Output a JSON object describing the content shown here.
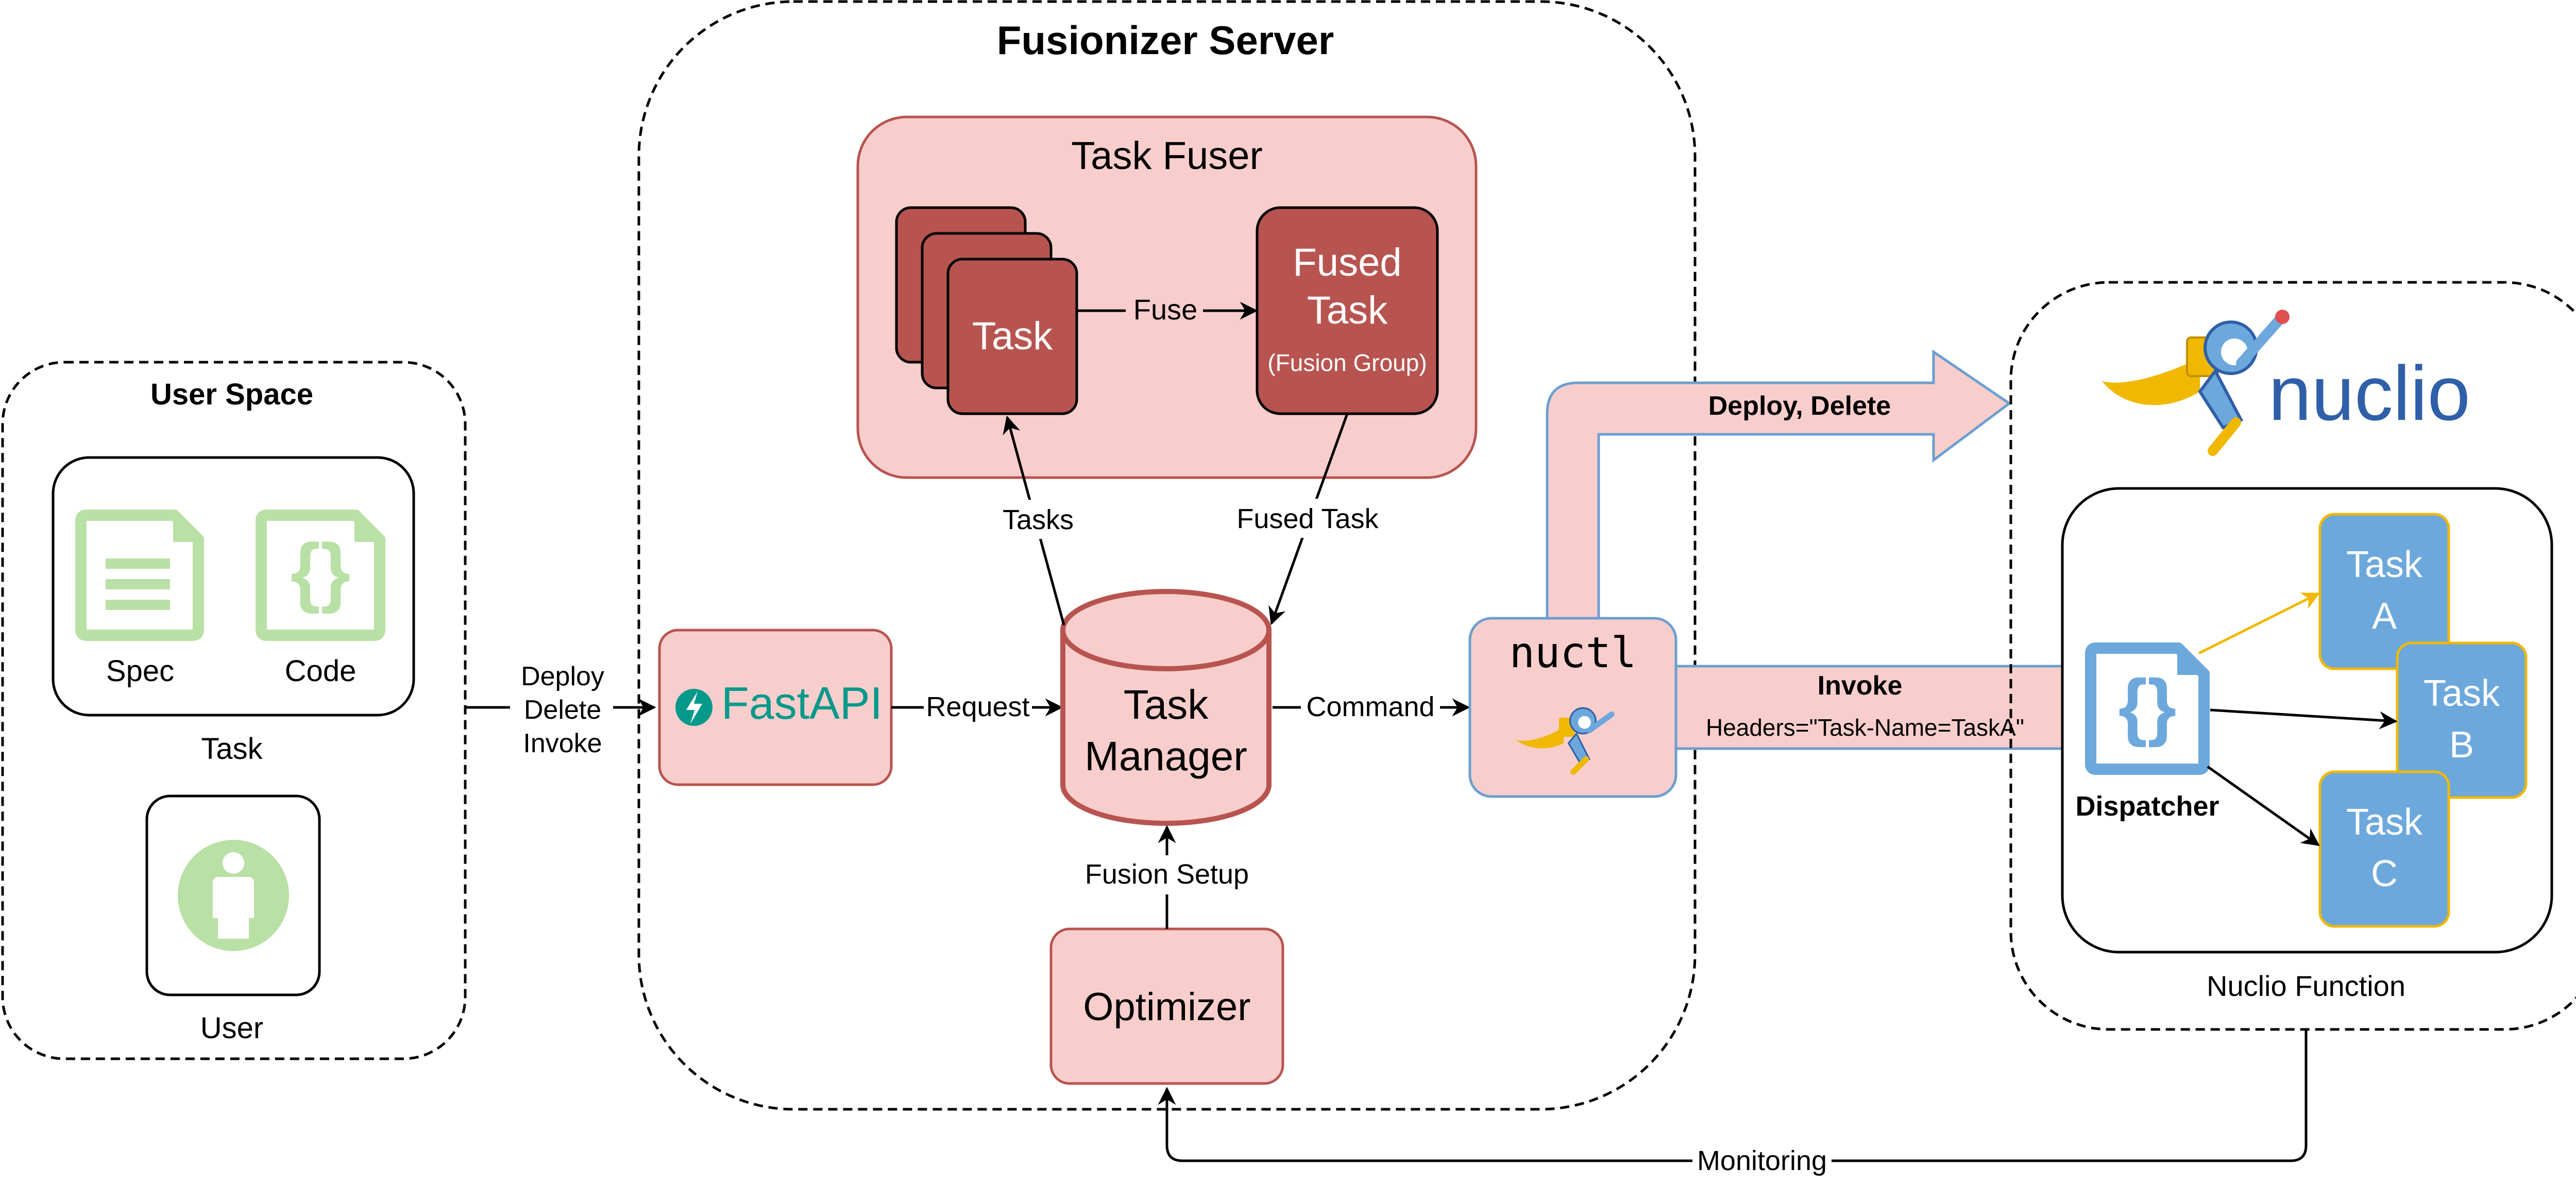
{
  "user_space": {
    "title": "User Space",
    "task_group_label": "Task",
    "spec_label": "Spec",
    "code_label": "Code",
    "user_label": "User"
  },
  "arrows": {
    "deploy_delete_invoke": [
      "Deploy",
      "Delete",
      "Invoke"
    ],
    "request": "Request",
    "command": "Command",
    "tasks": "Tasks",
    "fused_task": "Fused Task",
    "fuse": "Fuse",
    "fusion_setup": "Fusion Setup",
    "monitoring": "Monitoring",
    "deploy_delete": "Deploy, Delete",
    "invoke": "Invoke",
    "invoke_headers": "Headers=\"Task-Name=TaskA\""
  },
  "server": {
    "title": "Fusionizer Server",
    "fastapi_label": "FastAPI",
    "task_manager_line1": "Task",
    "task_manager_line2": "Manager",
    "optimizer_label": "Optimizer"
  },
  "task_fuser": {
    "title": "Task Fuser",
    "task_label": "Task",
    "fused_line1": "Fused",
    "fused_line2": "Task",
    "fused_sub": "(Fusion Group)"
  },
  "nuctl": {
    "label": "nuctl"
  },
  "nuclio": {
    "brand": "nuclio",
    "function_label": "Nuclio Function",
    "dispatcher_label": "Dispatcher",
    "task_a": [
      "Task",
      "A"
    ],
    "task_b": [
      "Task",
      "B"
    ],
    "task_c": [
      "Task",
      "C"
    ]
  },
  "colors": {
    "pink_fill": "#f8cecc",
    "red_border": "#b85450",
    "dark_red": "#b85450",
    "blue_fill": "#6ca8dc",
    "yellow_border": "#f0b800",
    "green_icon": "#b9e0a5",
    "fastapi_teal": "#05998b",
    "blue_outline": "#6c9fd0",
    "nuclio_blue": "#2f5fa8"
  }
}
